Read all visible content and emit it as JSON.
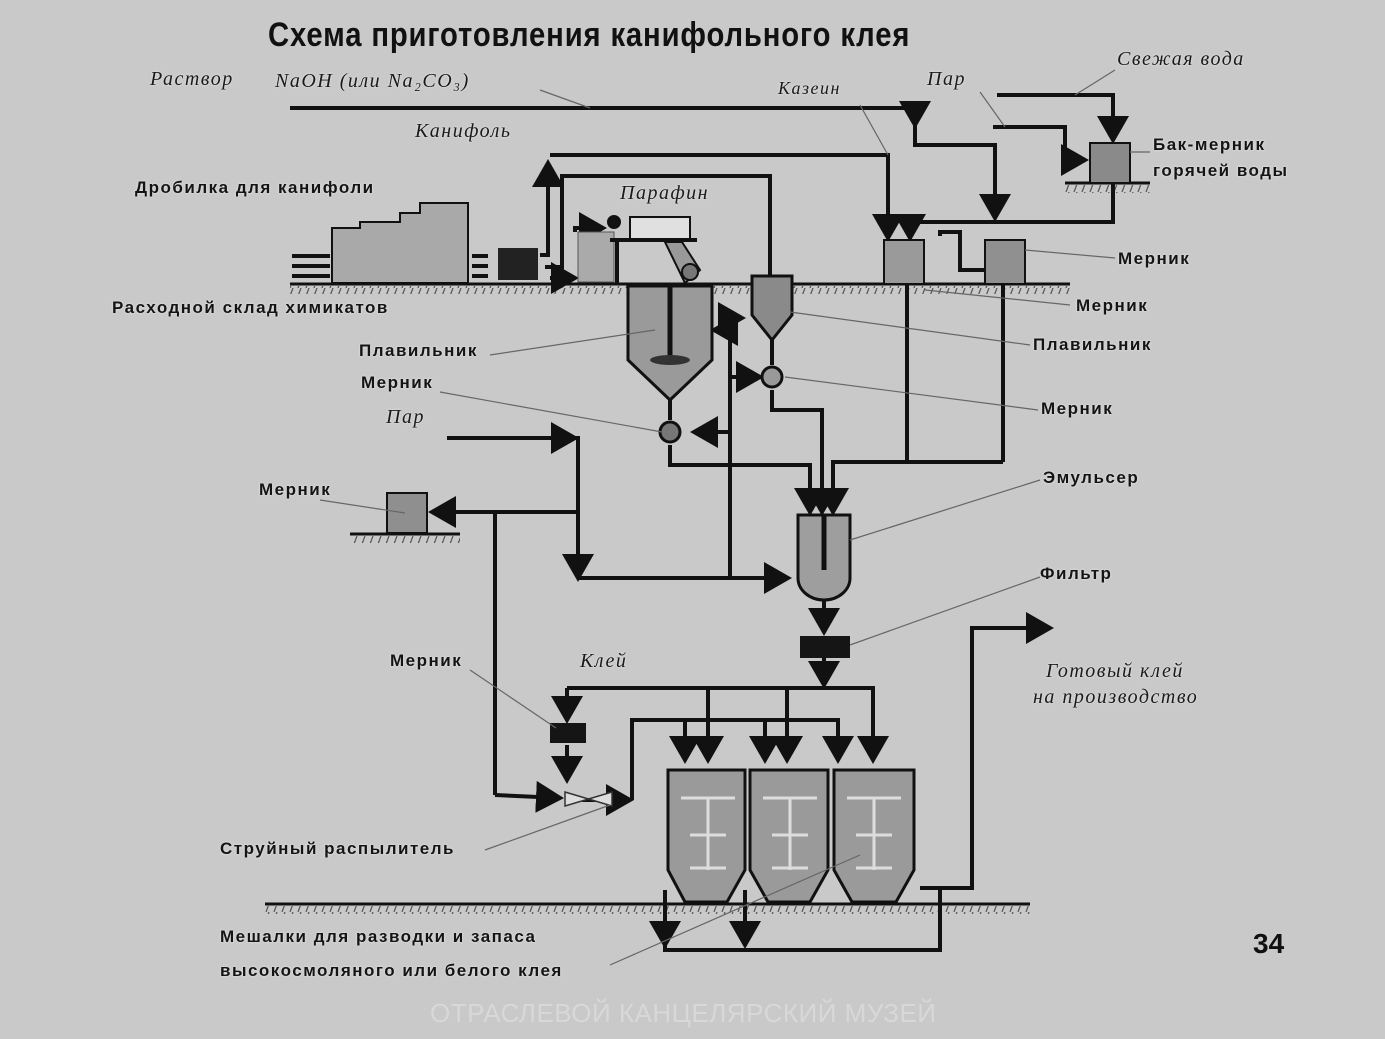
{
  "title": "Схема приготовления канифольного клея",
  "page_number": "34",
  "watermark": "ОТРАСЛЕВОЙ КАНЦЕЛЯРСКИЙ МУЗЕЙ",
  "flows": {
    "naoh_solution": "Раствор",
    "naoh_formula": "NaOH (или Na₂CO₃)",
    "rosin": "Канифоль",
    "paraffin": "Парафин",
    "casein": "Казеин",
    "steam_top": "Пар",
    "fresh_water": "Свежая вода",
    "steam_mid": "Пар",
    "glue": "Клей",
    "finished_glue_line1": "Готовый клей",
    "finished_glue_line2": "на производство"
  },
  "equipment": {
    "rosin_crusher": "Дробилка для канифоли",
    "chemical_store": "Расходной склад химикатов",
    "hot_water_tank_line1": "Бак-мерник",
    "hot_water_tank_line2": "горячей воды",
    "measurer_right_1": "Мерник",
    "measurer_right_2": "Мерник",
    "melter_right": "Плавильник",
    "measurer_right_3": "Мерник",
    "melter_left": "Плавильник",
    "measurer_left": "Мерник",
    "measurer_small": "Мерник",
    "emulsifier": "Эмульсер",
    "filter": "Фильтр",
    "measurer_bottom": "Мерник",
    "jet_sprayer": "Струйный распылитель",
    "mixers_line1": "Мешалки для разводки и запаса",
    "mixers_line2": "высокосмоляного или белого клея"
  }
}
